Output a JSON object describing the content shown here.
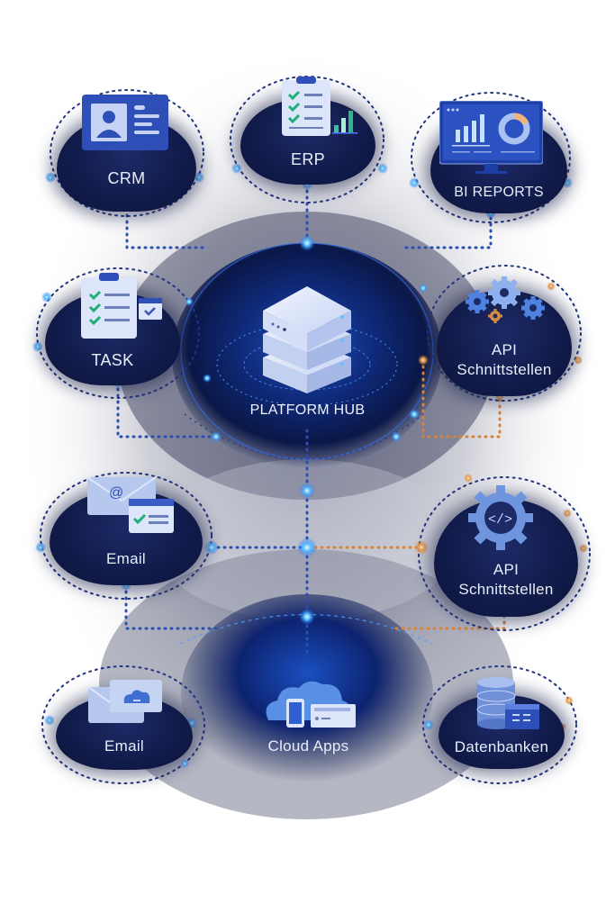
{
  "diagram": {
    "title": "Platform Hub integration diagram",
    "hub": {
      "label": "PLATFORM HUB",
      "icon": "server-stack-icon"
    },
    "nodes": [
      {
        "id": "crm",
        "label": "CRM",
        "icon": "contact-card-icon"
      },
      {
        "id": "erp",
        "label": "ERP",
        "icon": "checklist-chart-icon"
      },
      {
        "id": "bi",
        "label": "BI REPORTS",
        "icon": "dashboard-monitor-icon"
      },
      {
        "id": "task",
        "label": "TASK",
        "icon": "task-clipboard-icon"
      },
      {
        "id": "api1",
        "label_line1": "API",
        "label_line2": "Schnittstellen",
        "icon": "gears-icon"
      },
      {
        "id": "email1",
        "label": "Email",
        "icon": "email-calendar-icon"
      },
      {
        "id": "api2",
        "label_line1": "API",
        "label_line2": "Schnittstellen",
        "icon": "code-gear-icon"
      },
      {
        "id": "email2",
        "label": "Email",
        "icon": "email-cloud-icon"
      },
      {
        "id": "cloud",
        "label": "Cloud Apps",
        "icon": "cloud-devices-icon"
      },
      {
        "id": "db",
        "label": "Datenbanken",
        "icon": "database-table-icon"
      }
    ],
    "colors": {
      "node_fill": "#111b4a",
      "connector_blue": "#2a5bd7",
      "connector_orange": "#d9823a",
      "glow": "#4fb8ff",
      "text": "#e9edf7"
    }
  }
}
